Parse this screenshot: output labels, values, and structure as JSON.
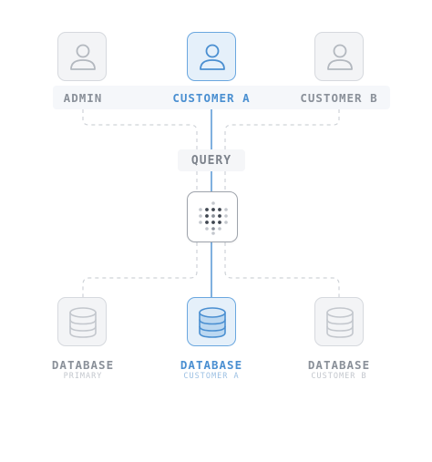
{
  "top_row": {
    "admin": {
      "label": "ADMIN",
      "icon": "user-icon"
    },
    "customer_a": {
      "label": "CUSTOMER A",
      "icon": "user-icon",
      "highlighted": true
    },
    "customer_b": {
      "label": "CUSTOMER B",
      "icon": "user-icon"
    }
  },
  "middle": {
    "query_label": "QUERY",
    "hub_icon": "dot-grid-icon"
  },
  "bottom_row": {
    "primary": {
      "label": "DATABASE",
      "sublabel": "PRIMARY",
      "icon": "database-icon"
    },
    "customer_a": {
      "label": "DATABASE",
      "sublabel": "CUSTOMER A",
      "icon": "database-icon",
      "highlighted": true
    },
    "customer_b": {
      "label": "DATABASE",
      "sublabel": "CUSTOMER B",
      "icon": "database-icon"
    }
  },
  "colors": {
    "accent": "#4a8fd1",
    "muted_text": "#8a9099",
    "dashed_line": "#cfd3d8",
    "active_line": "#4a8fd1"
  }
}
